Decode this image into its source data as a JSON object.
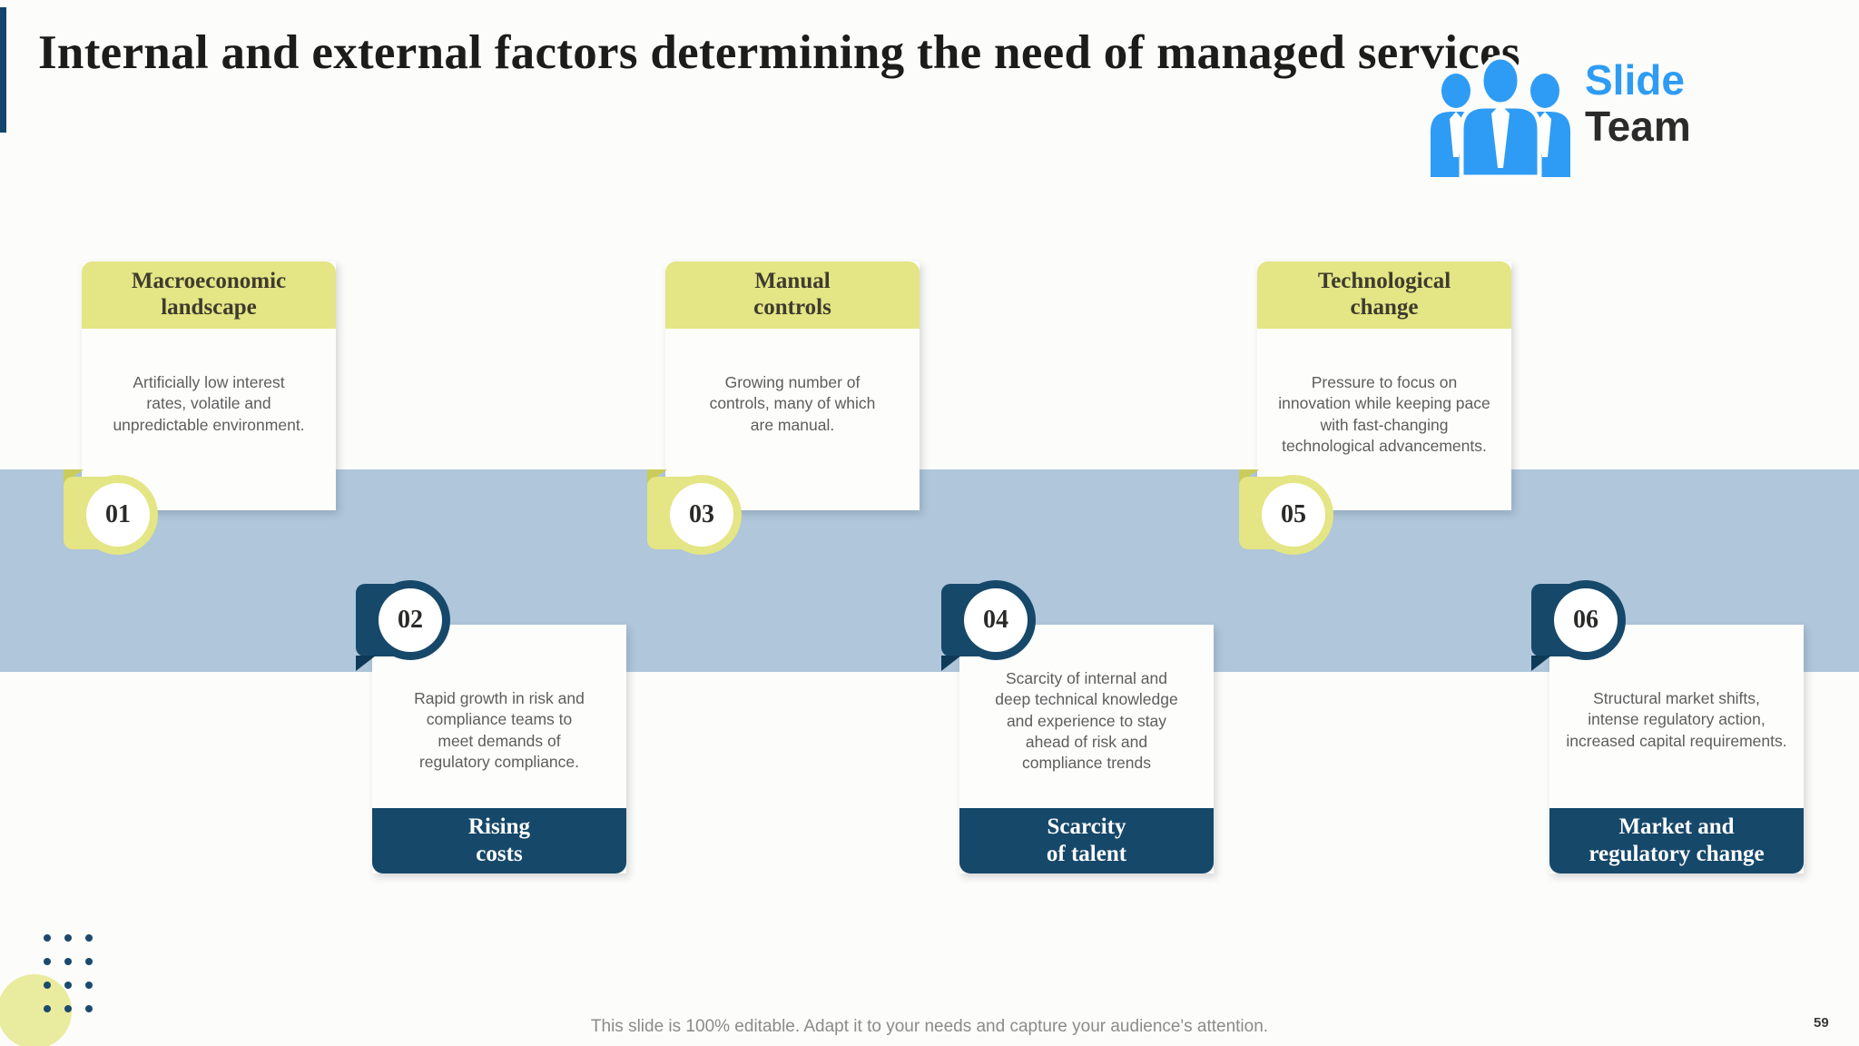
{
  "slide": {
    "title": "Internal and external factors determining the need of managed services",
    "footer_note": "This slide is 100% editable. Adapt it to your needs and capture your audience's attention.",
    "page_number": "59"
  },
  "logo": {
    "icon": "people-icon",
    "brand_top": "Slide",
    "brand_bottom": "Team"
  },
  "colors": {
    "accent_navy": "#16486a",
    "accent_navy_dark": "#0e3a57",
    "accent_yellow": "#e4e584",
    "accent_yellow_dark": "#c9cc5a",
    "band_blue": "#afc6db",
    "logo_blue": "#2e9cf4"
  },
  "factors": [
    {
      "number": "01",
      "title": "Macroeconomic\nlandscape",
      "description": "Artificially low interest\nrates, volatile and\nunpredictable environment."
    },
    {
      "number": "02",
      "title": "Rising\ncosts",
      "description": "Rapid growth in risk and\ncompliance teams to\nmeet demands of\nregulatory compliance."
    },
    {
      "number": "03",
      "title": "Manual\ncontrols",
      "description": "Growing number of\ncontrols, many of which\nare manual."
    },
    {
      "number": "04",
      "title": "Scarcity\nof talent",
      "description": "Scarcity of internal and\ndeep technical knowledge\nand experience to stay\nahead of risk and\ncompliance trends"
    },
    {
      "number": "05",
      "title": "Technological\nchange",
      "description": "Pressure to focus on\ninnovation while keeping pace\nwith fast-changing\ntechnological advancements."
    },
    {
      "number": "06",
      "title": "Market and\nregulatory change",
      "description": "Structural market shifts,\nintense regulatory action,\nincreased capital requirements."
    }
  ]
}
